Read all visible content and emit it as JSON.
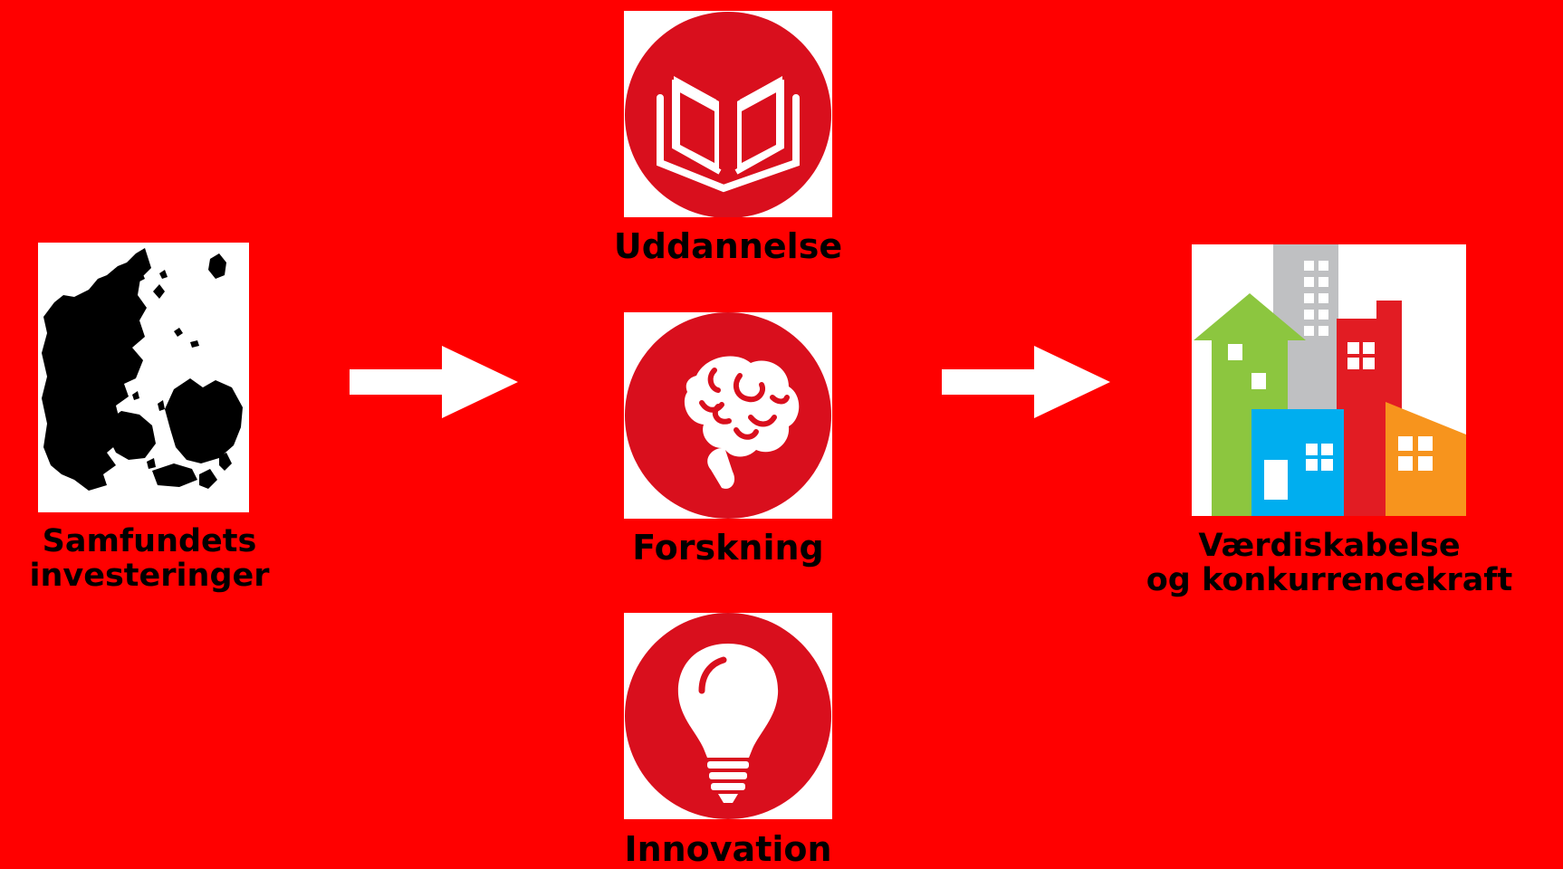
{
  "colors": {
    "background": "#ff0000",
    "icon_circle": "#d90f1d",
    "box": "#ffffff",
    "text": "#000000",
    "arrow": "#ffffff",
    "building_green": "#8cc63f",
    "building_gray": "#bfc0c2",
    "building_red": "#e21c23",
    "building_blue": "#00aeef",
    "building_orange": "#f7941d"
  },
  "left": {
    "icon": "denmark-map-icon",
    "line1": "Samfundets",
    "line2": "investeringer"
  },
  "middle": [
    {
      "icon": "book-icon",
      "label": "Uddannelse"
    },
    {
      "icon": "brain-icon",
      "label": "Forskning"
    },
    {
      "icon": "lightbulb-icon",
      "label": "Innovation"
    }
  ],
  "right": {
    "icon": "city-buildings-icon",
    "line1": "Værdiskabelse",
    "line2": "og konkurrencekraft"
  }
}
